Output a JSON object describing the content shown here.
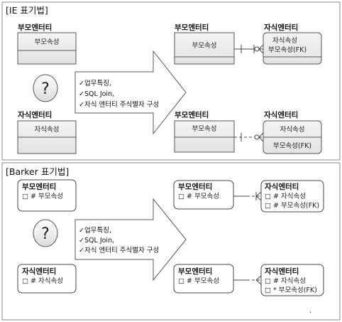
{
  "ie": {
    "title": "[IE 표기법]",
    "left_parent": {
      "name": "부모엔터티",
      "attr": "부모속성"
    },
    "left_child": {
      "name": "자식엔터티",
      "attr": "자식속성"
    },
    "question": "?",
    "bullets": [
      "업무특징,",
      "SQL Join,",
      "자식 엔터티 주식별자 구성"
    ],
    "top_pair": {
      "parent": {
        "name": "부모엔터티",
        "attr": "부모속성"
      },
      "child": {
        "name": "자식엔터티",
        "attr1": "자식속성",
        "attr2": "부모속성(FK)"
      }
    },
    "bottom_pair": {
      "parent": {
        "name": "부모엔터티",
        "attr": "부모속성"
      },
      "child": {
        "name": "자식엔터티",
        "attr1": "자식속성",
        "attr2": "부모속성(FK)"
      }
    }
  },
  "barker": {
    "title": "[Barker 표기법]",
    "left_parent": {
      "name": "부모엔터티",
      "attr": "□ # 부모속성"
    },
    "left_child": {
      "name": "자식엔터티",
      "attr": "□ # 자식속성"
    },
    "question": "?",
    "bullets": [
      "업무특징,",
      "SQL Join,",
      "자식 엔터티 주식별자 구성"
    ],
    "top_pair": {
      "parent": {
        "name": "부모엔터티",
        "attr": "□ # 부모속성"
      },
      "child": {
        "name": "자식엔터티",
        "attr1": "□ # 자식속성",
        "attr2": "□ # 부모속성(FK)"
      }
    },
    "bottom_pair": {
      "parent": {
        "name": "부모엔터티",
        "attr": "□ # 부모속성"
      },
      "child": {
        "name": "자식엔터티",
        "attr1": "□ # 자식속성",
        "attr2": "□ * 부모속성(FK)"
      }
    }
  },
  "footer_mark": "."
}
